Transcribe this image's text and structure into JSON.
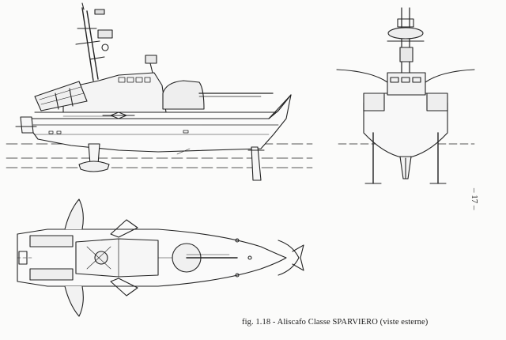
{
  "figure": {
    "caption": "fig. 1.18 - Aliscafo Classe SPARVIERO (viste esterne)",
    "page_number": "– 17 –"
  },
  "views": [
    "side-profile",
    "front-elevation",
    "top-plan"
  ]
}
